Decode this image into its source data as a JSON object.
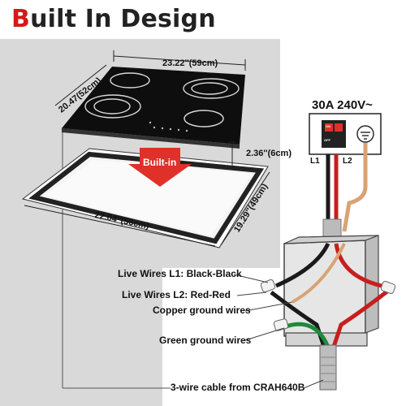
{
  "title": {
    "first_letter": "B",
    "rest": "uilt In Design"
  },
  "dimensions": {
    "top_width": "23.22''(59cm)",
    "top_depth": "20.47(52cm)",
    "thickness": "2.36''(6cm)",
    "cutout_width": "22.04''(56cm)",
    "cutout_depth": "19.29''(49cm)"
  },
  "arrow_label": "Built-in",
  "power": {
    "rating": "30A 240V~",
    "l1": "L1",
    "l2": "L2",
    "on_label": "ON",
    "off_label": "OFF"
  },
  "wire_labels": [
    "Live Wires L1: Black-Black",
    "Live Wires L2: Red-Red",
    "Copper ground wires",
    "Green ground wires",
    "3-wire cable from CRAH640B"
  ],
  "colors": {
    "accent_red": "#d31a1a",
    "arrow_red": "#e0302a",
    "gray_bg": "#d9d9d9",
    "cooktop": "#111111",
    "copper": "#d8a374",
    "green_wire": "#1e8a3a",
    "black_wire": "#1a1a1a",
    "red_wire": "#c81e1e"
  }
}
